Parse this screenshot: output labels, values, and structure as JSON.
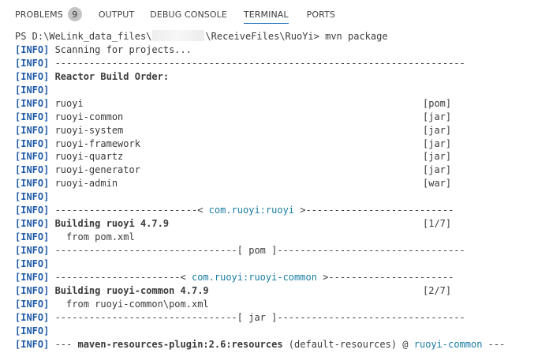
{
  "tabs": [
    {
      "label": "PROBLEMS",
      "badge": "9",
      "active": false
    },
    {
      "label": "OUTPUT",
      "active": false
    },
    {
      "label": "DEBUG CONSOLE",
      "active": false
    },
    {
      "label": "TERMINAL",
      "active": true
    },
    {
      "label": "PORTS",
      "active": false
    }
  ],
  "prompt": {
    "prefix": "PS D:\\WeLink_data_files\\",
    "suffix": "\\ReceiveFiles\\RuoYi> ",
    "command": "mvn package"
  },
  "lines": [
    {
      "segs": [
        {
          "t": " Scanning for projects..."
        }
      ]
    },
    {
      "segs": [
        {
          "t": " ------------------------------------------------------------------------"
        }
      ]
    },
    {
      "segs": [
        {
          "t": " Reactor Build Order:",
          "c": "bold"
        }
      ]
    },
    {
      "segs": [
        {
          "t": ""
        }
      ]
    },
    {
      "segs": [
        {
          "t": " ruoyi"
        }
      ],
      "right": "[pom]"
    },
    {
      "segs": [
        {
          "t": " ruoyi-common"
        }
      ],
      "right": "[jar]"
    },
    {
      "segs": [
        {
          "t": " ruoyi-system"
        }
      ],
      "right": "[jar]"
    },
    {
      "segs": [
        {
          "t": " ruoyi-framework"
        }
      ],
      "right": "[jar]"
    },
    {
      "segs": [
        {
          "t": " ruoyi-quartz"
        }
      ],
      "right": "[jar]"
    },
    {
      "segs": [
        {
          "t": " ruoyi-generator"
        }
      ],
      "right": "[jar]"
    },
    {
      "segs": [
        {
          "t": " ruoyi-admin"
        }
      ],
      "right": "[war]"
    },
    {
      "segs": [
        {
          "t": ""
        }
      ]
    },
    {
      "segs": [
        {
          "t": " -------------------------< "
        },
        {
          "t": "com.ruoyi:ruoyi",
          "c": "cyan"
        },
        {
          "t": " >--------------------------"
        }
      ]
    },
    {
      "segs": [
        {
          "t": " Building ruoyi 4.7.9",
          "c": "bold"
        }
      ],
      "right": "[1/7]"
    },
    {
      "segs": [
        {
          "t": "   from pom.xml"
        }
      ]
    },
    {
      "segs": [
        {
          "t": " --------------------------------[ pom ]---------------------------------"
        }
      ]
    },
    {
      "segs": [
        {
          "t": ""
        }
      ]
    },
    {
      "segs": [
        {
          "t": " ----------------------< "
        },
        {
          "t": "com.ruoyi:ruoyi-common",
          "c": "cyan"
        },
        {
          "t": " >----------------------"
        }
      ]
    },
    {
      "segs": [
        {
          "t": " Building ruoyi-common 4.7.9",
          "c": "bold"
        }
      ],
      "right": "[2/7]"
    },
    {
      "segs": [
        {
          "t": "   from ruoyi-common\\pom.xml"
        }
      ]
    },
    {
      "segs": [
        {
          "t": " --------------------------------[ jar ]---------------------------------"
        }
      ]
    },
    {
      "segs": [
        {
          "t": ""
        }
      ]
    },
    {
      "segs": [
        {
          "t": " --- "
        },
        {
          "t": "maven-resources-plugin:2.6:resources",
          "c": "bold"
        },
        {
          "t": " (default-resources) @ "
        },
        {
          "t": "ruoyi-common",
          "c": "cyan"
        },
        {
          "t": " ---"
        }
      ]
    }
  ],
  "info_label": "[INFO]",
  "colors": {
    "info": "#1f5aa8",
    "cyan": "#1a7ca3",
    "tab_underline": "#005fb8",
    "badge_bg": "#c4c4c4"
  }
}
